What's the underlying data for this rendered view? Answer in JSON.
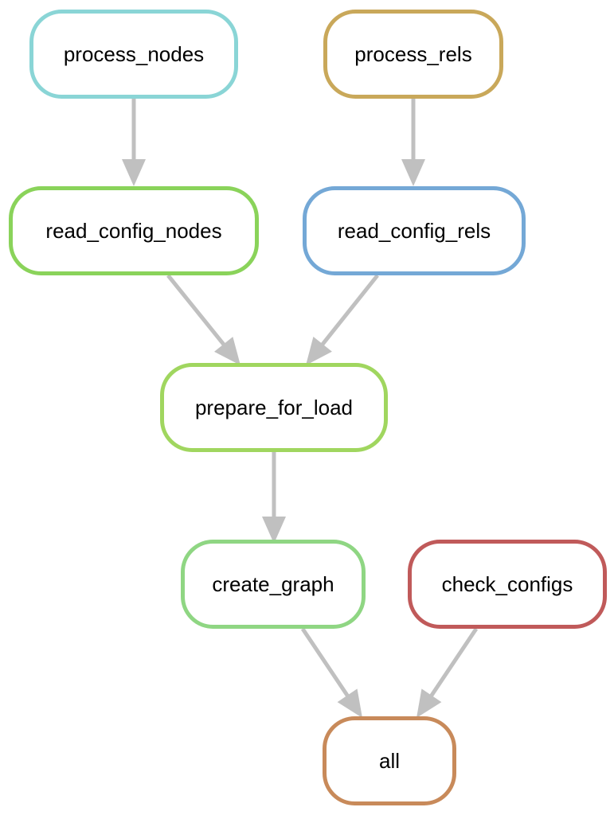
{
  "nodes": [
    {
      "id": "process_nodes",
      "label": "process_nodes",
      "color": "#8ad5d6"
    },
    {
      "id": "process_rels",
      "label": "process_rels",
      "color": "#c9a85a"
    },
    {
      "id": "read_config_nodes",
      "label": "read_config_nodes",
      "color": "#8ad35a"
    },
    {
      "id": "read_config_rels",
      "label": "read_config_rels",
      "color": "#74a8d6"
    },
    {
      "id": "prepare_for_load",
      "label": "prepare_for_load",
      "color": "#a0d65f"
    },
    {
      "id": "create_graph",
      "label": "create_graph",
      "color": "#8fd683"
    },
    {
      "id": "check_configs",
      "label": "check_configs",
      "color": "#c05a5a"
    },
    {
      "id": "all",
      "label": "all",
      "color": "#c88a5a"
    }
  ],
  "edges": [
    {
      "from": "process_nodes",
      "to": "read_config_nodes"
    },
    {
      "from": "process_rels",
      "to": "read_config_rels"
    },
    {
      "from": "read_config_nodes",
      "to": "prepare_for_load"
    },
    {
      "from": "read_config_rels",
      "to": "prepare_for_load"
    },
    {
      "from": "prepare_for_load",
      "to": "create_graph"
    },
    {
      "from": "create_graph",
      "to": "all"
    },
    {
      "from": "check_configs",
      "to": "all"
    }
  ],
  "edge_color": "#c0c0c0"
}
